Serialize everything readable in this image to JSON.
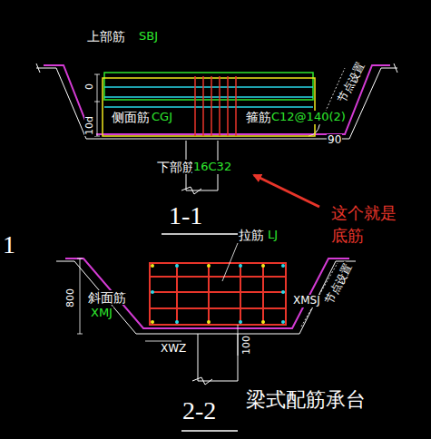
{
  "diagram": {
    "caption": "梁式配筋承台",
    "labels": [
      "上部筋",
      "SBJ",
      "0",
      "10d",
      "侧面筋",
      "CGJ",
      "箍筋",
      "C12@140(2)",
      "节点设置",
      "90",
      "下部筋",
      "16C32",
      "1-1",
      "这个就是底筋",
      "1",
      "拉筋",
      "LJ",
      "节点设置",
      "800",
      "斜面筋",
      "XMJ",
      "XMSJ",
      "XWZ",
      "100",
      "2-2"
    ]
  }
}
